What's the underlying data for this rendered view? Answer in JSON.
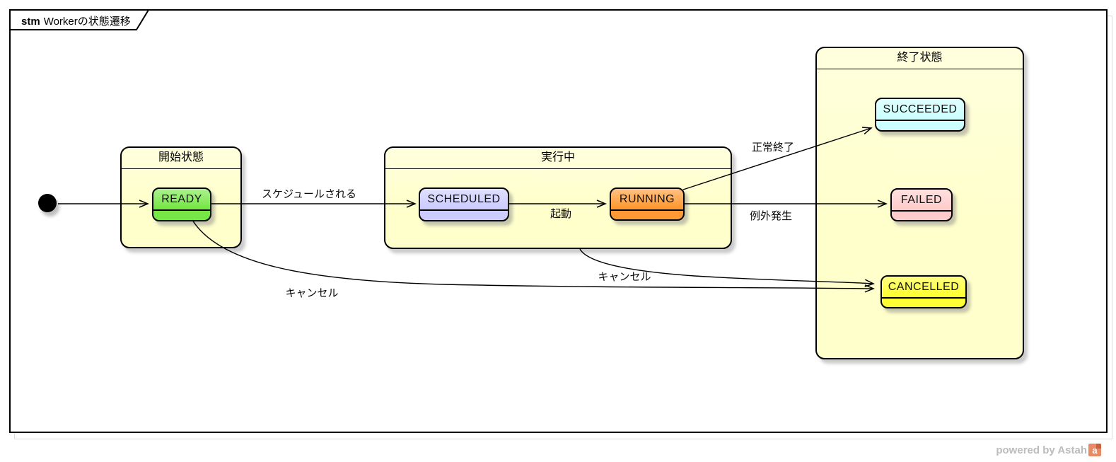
{
  "frame": {
    "keyword": "stm",
    "title": "Workerの状態遷移"
  },
  "composites": {
    "start": {
      "title": "開始状態"
    },
    "running": {
      "title": "実行中"
    },
    "end": {
      "title": "終了状態"
    }
  },
  "states": {
    "ready": {
      "label": "READY",
      "fill": "#77E747"
    },
    "scheduled": {
      "label": "SCHEDULED",
      "fill": "#CCCCFF"
    },
    "running": {
      "label": "RUNNING",
      "fill": "#FF9933"
    },
    "succeeded": {
      "label": "SUCCEEDED",
      "fill": "#CCFFFF"
    },
    "failed": {
      "label": "FAILED",
      "fill": "#FFCCCC"
    },
    "cancelled": {
      "label": "CANCELLED",
      "fill": "#FFFF33"
    }
  },
  "transitions": {
    "schedule": {
      "label": "スケジュールされる"
    },
    "launch": {
      "label": "起動"
    },
    "success": {
      "label": "正常終了"
    },
    "exception": {
      "label": "例外発生"
    },
    "cancel_ready": {
      "label": "キャンセル"
    },
    "cancel_running": {
      "label": "キャンセル"
    }
  },
  "watermark": {
    "text": "powered by Astah",
    "logo_letter": "a"
  },
  "colors": {
    "composite_fill": "#FFFFCC",
    "line": "#000000",
    "frame_border": "#000000",
    "shadow": "#CCCCCC",
    "watermark_text": "#BCBCBC",
    "logo_orange": "#E98A66"
  }
}
